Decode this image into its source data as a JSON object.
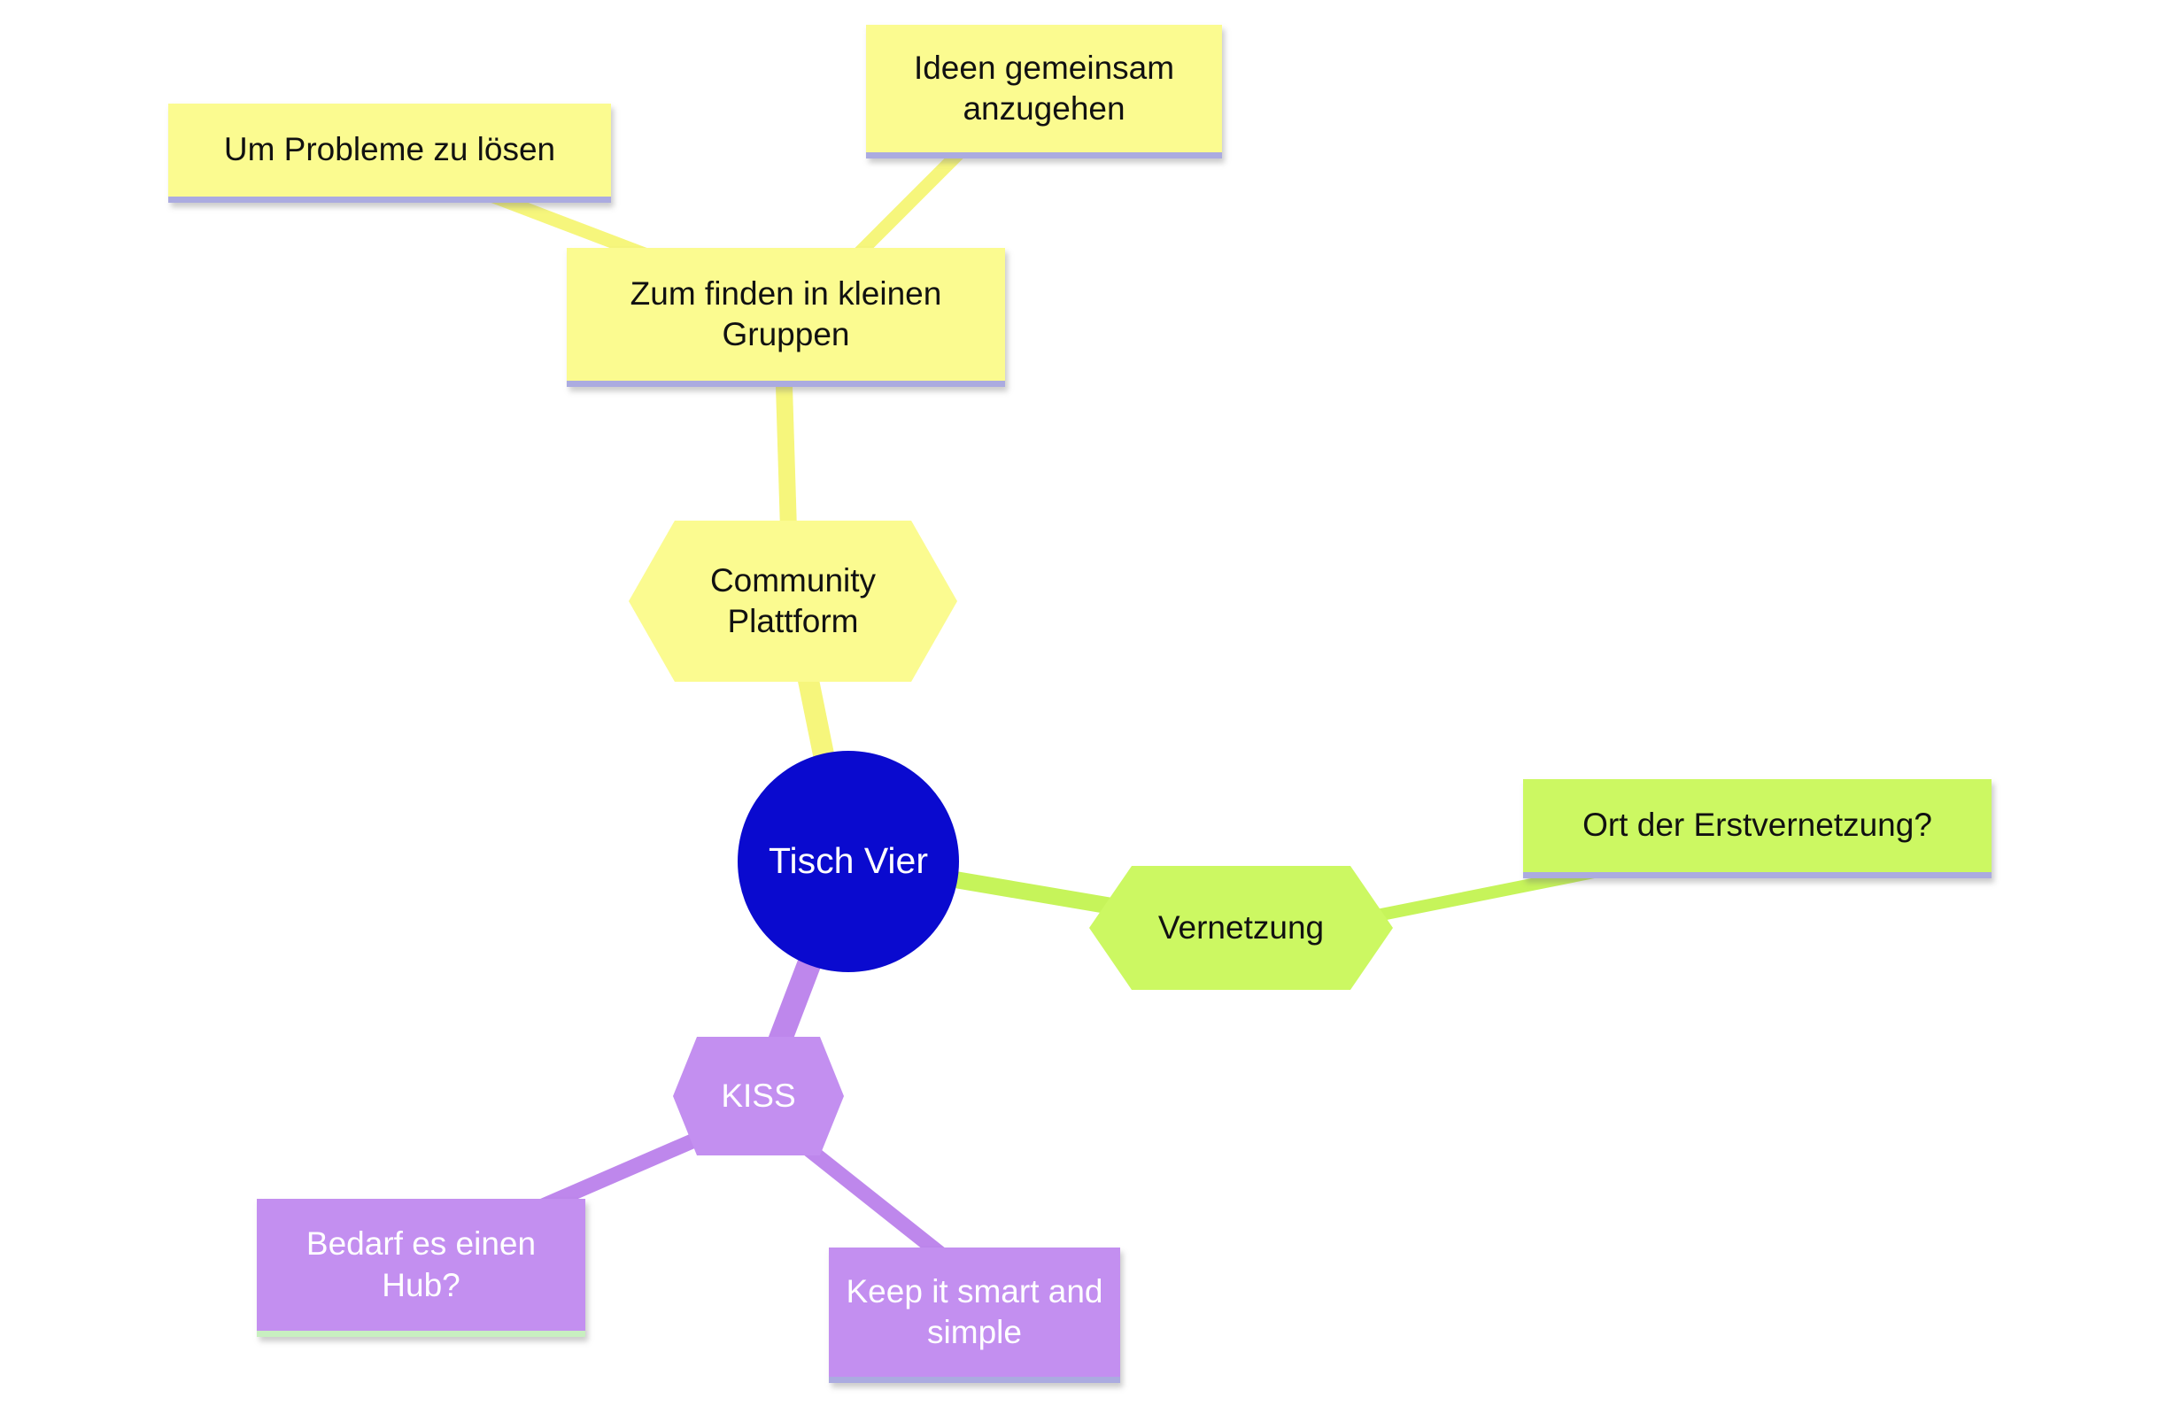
{
  "map": {
    "type": "mindmap",
    "center": {
      "label": "Tisch Vier"
    },
    "branches": [
      {
        "label": "Community Plattform",
        "color": "#fbfb90",
        "children": [
          {
            "label": "Zum finden in kleinen Gruppen",
            "children": [
              {
                "label": "Um Probleme zu lösen"
              },
              {
                "label": "Ideen gemeinsam anzugehen"
              }
            ]
          }
        ]
      },
      {
        "label": "Vernetzung",
        "color": "#ccf862",
        "children": [
          {
            "label": "Ort der Erstvernetzung?"
          }
        ]
      },
      {
        "label": "KISS",
        "color": "#c38ff0",
        "children": [
          {
            "label": "Bedarf es einen Hub?"
          },
          {
            "label": "Keep it smart and simple"
          }
        ]
      }
    ],
    "colors": {
      "center_blue": "#0a0acf",
      "branch_yellow": "#fbfb90",
      "branch_green": "#ccf862",
      "branch_purple": "#c38ff0",
      "underline_lavender": "#ababe0",
      "underline_pale_green": "#c8efc0"
    }
  }
}
